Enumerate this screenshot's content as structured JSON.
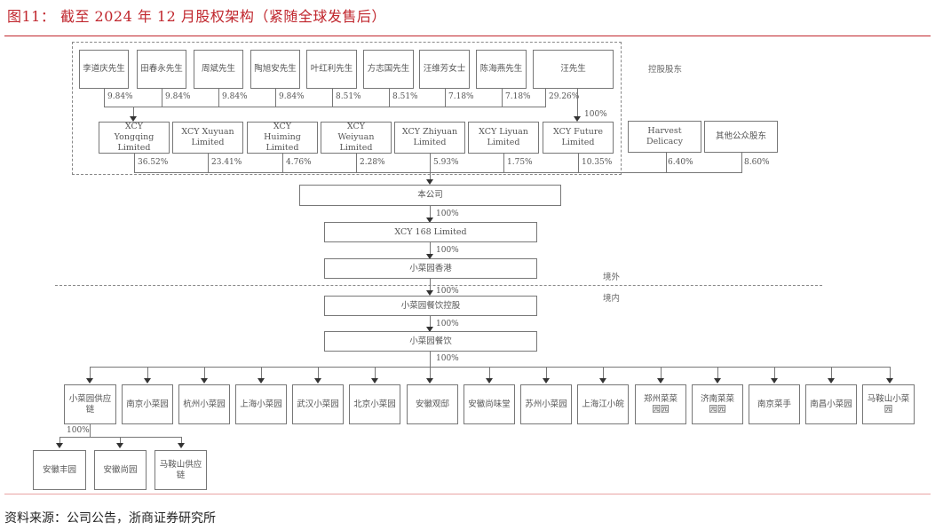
{
  "header": {
    "title": "图11：  截至 2024 年 12 月股权架构（紧随全球发售后）"
  },
  "footer": {
    "source": "资料来源：公司公告，浙商证券研究所"
  },
  "labels": {
    "controlling_shareholders": "控股股东",
    "offshore": "境外",
    "onshore": "境内"
  },
  "individuals": [
    {
      "name": "李道庆先生",
      "pct": "9.84%"
    },
    {
      "name": "田春永先生",
      "pct": "9.84%"
    },
    {
      "name": "周斌先生",
      "pct": "9.84%"
    },
    {
      "name": "陶旭安先生",
      "pct": "9.84%"
    },
    {
      "name": "叶红利先生",
      "pct": "8.51%"
    },
    {
      "name": "方志国先生",
      "pct": "8.51%"
    },
    {
      "name": "汪维芳女士",
      "pct": "7.18%"
    },
    {
      "name": "陈海燕先生",
      "pct": "7.18%"
    },
    {
      "name": "汪先生",
      "pct": "29.26%",
      "to_future": "100%"
    }
  ],
  "holdcos": [
    {
      "name": "XCY Yongqing Limited",
      "pct": "36.52%"
    },
    {
      "name": "XCY Xuyuan Limited",
      "pct": "23.41%"
    },
    {
      "name": "XCY Huiming Limited",
      "pct": "4.76%"
    },
    {
      "name": "XCY Weiyuan Limited",
      "pct": "2.28%"
    },
    {
      "name": "XCY Zhiyuan Limited",
      "pct": "5.93%"
    },
    {
      "name": "XCY Liyuan Limited",
      "pct": "1.75%"
    },
    {
      "name": "XCY Future Limited",
      "pct": "10.35%"
    }
  ],
  "other_holders": [
    {
      "name": "Harvest Delicacy",
      "pct": "6.40%"
    },
    {
      "name": "其他公众股东",
      "pct": "8.60%"
    }
  ],
  "chain": [
    {
      "name": "本公司",
      "pct_in": ""
    },
    {
      "name": "XCY 168 Limited",
      "pct_in": "100%"
    },
    {
      "name": "小菜园香港",
      "pct_in": "100%"
    },
    {
      "name": "小菜园餐饮控股",
      "pct_in": "100%"
    },
    {
      "name": "小菜园餐饮",
      "pct_in": "100%"
    }
  ],
  "subsidiaries_pct": "100%",
  "subsidiaries": [
    {
      "name": "小菜园供应链"
    },
    {
      "name": "南京小菜园"
    },
    {
      "name": "杭州小菜园"
    },
    {
      "name": "上海小菜园"
    },
    {
      "name": "武汉小菜园"
    },
    {
      "name": "北京小菜园"
    },
    {
      "name": "安徽观邸"
    },
    {
      "name": "安徽尚味堂"
    },
    {
      "name": "苏州小菜园"
    },
    {
      "name": "上海江小皖"
    },
    {
      "name": "郑州菜菜园园"
    },
    {
      "name": "济南菜菜园园"
    },
    {
      "name": "南京菜手"
    },
    {
      "name": "南昌小菜园"
    },
    {
      "name": "马鞍山小菜园"
    }
  ],
  "supply_chain_pct": "100%",
  "supply_chain_subs": [
    {
      "name": "安徽丰园"
    },
    {
      "name": "安徽尚园"
    },
    {
      "name": "马鞍山供应链"
    }
  ],
  "colors": {
    "title_red": "#c0262d",
    "line_gray": "#777777"
  }
}
